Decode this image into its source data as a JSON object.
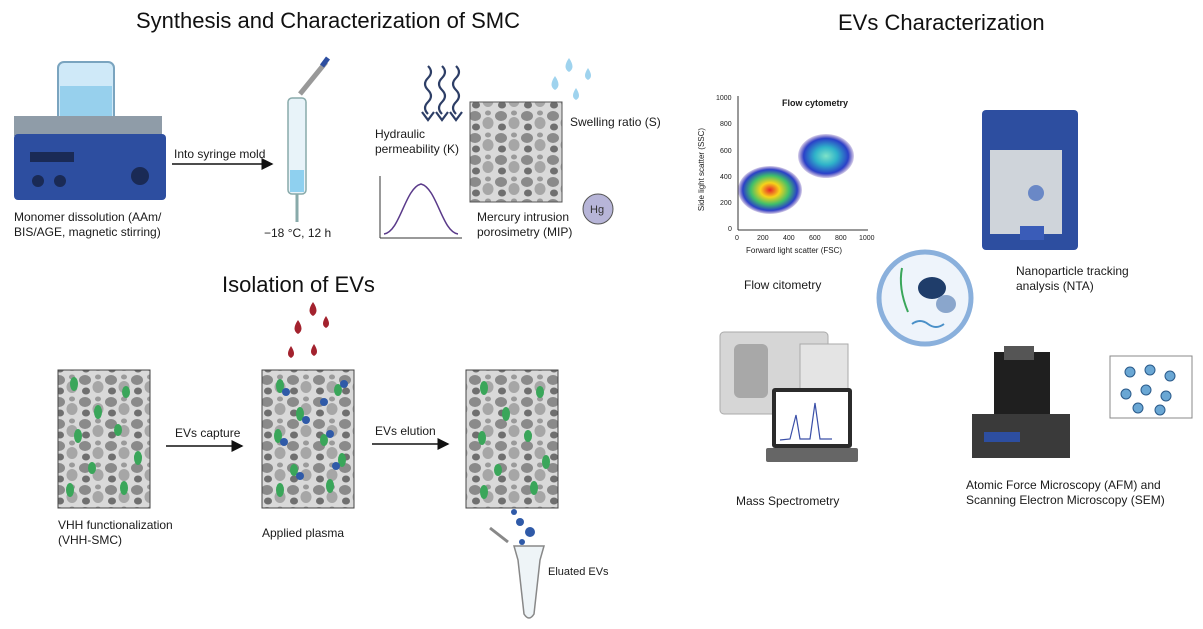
{
  "sections": {
    "synthesis_title": "Synthesis and Characterization of SMC",
    "ev_char_title": "EVs Characterization",
    "isolation_title": "Isolation of EVs"
  },
  "synthesis": {
    "monomer_label": "Monomer dissolution (AAm/\nBIS/AGE, magnetic stirring)",
    "syringe_arrow_label": "Into syringe mold",
    "freeze_label": "−18 °C, 12 h",
    "hydraulic_label": "Hydraulic\npermeability (K)",
    "swelling_label": "Swelling ratio (S)",
    "mip_label": "Mercury intrusion\nporosimetry (MIP)",
    "hg_symbol": "Hg"
  },
  "isolation": {
    "capture_label": "EVs capture",
    "elution_label": "EVs elution",
    "vhh_label": "VHH functionalization\n(VHH-SMC)",
    "plasma_label": "Applied plasma",
    "eluated_label": "Eluated EVs"
  },
  "characterization": {
    "flow_plot_title": "Flow cytometry",
    "flow_x_label": "Forward light scatter (FSC)",
    "flow_y_label": "Side light scatter (SSC)",
    "flow_x_ticks": [
      "0",
      "200",
      "400",
      "600",
      "800",
      "1000"
    ],
    "flow_y_ticks": [
      "0",
      "200",
      "400",
      "600",
      "800",
      "1000"
    ],
    "flow_label": "Flow citometry",
    "nta_label": "Nanoparticle tracking\nanalysis (NTA)",
    "mass_spec_label": "Mass Spectrometry",
    "afm_sem_label": "Atomic Force Microscopy (AFM) and\nScanning Electron Microscopy (SEM)"
  },
  "colors": {
    "ev_blue": "#2f5aa8",
    "vhh_green": "#3aa65a",
    "blood_red": "#a3222e",
    "water_blue": "#7fc4e8",
    "instrument_blue": "#2d4ea0"
  }
}
